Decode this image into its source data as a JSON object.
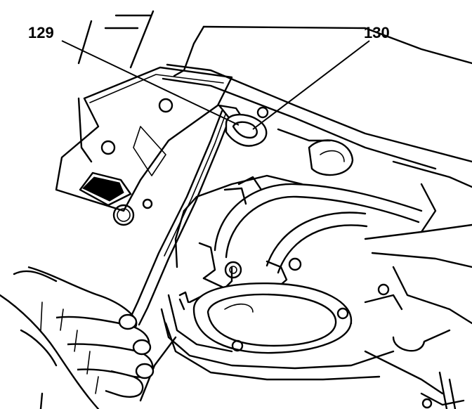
{
  "callouts": [
    {
      "id": "129",
      "label": "129"
    },
    {
      "id": "130",
      "label": "130"
    }
  ],
  "colors": {
    "ink": "#000000",
    "paper": "#ffffff"
  }
}
